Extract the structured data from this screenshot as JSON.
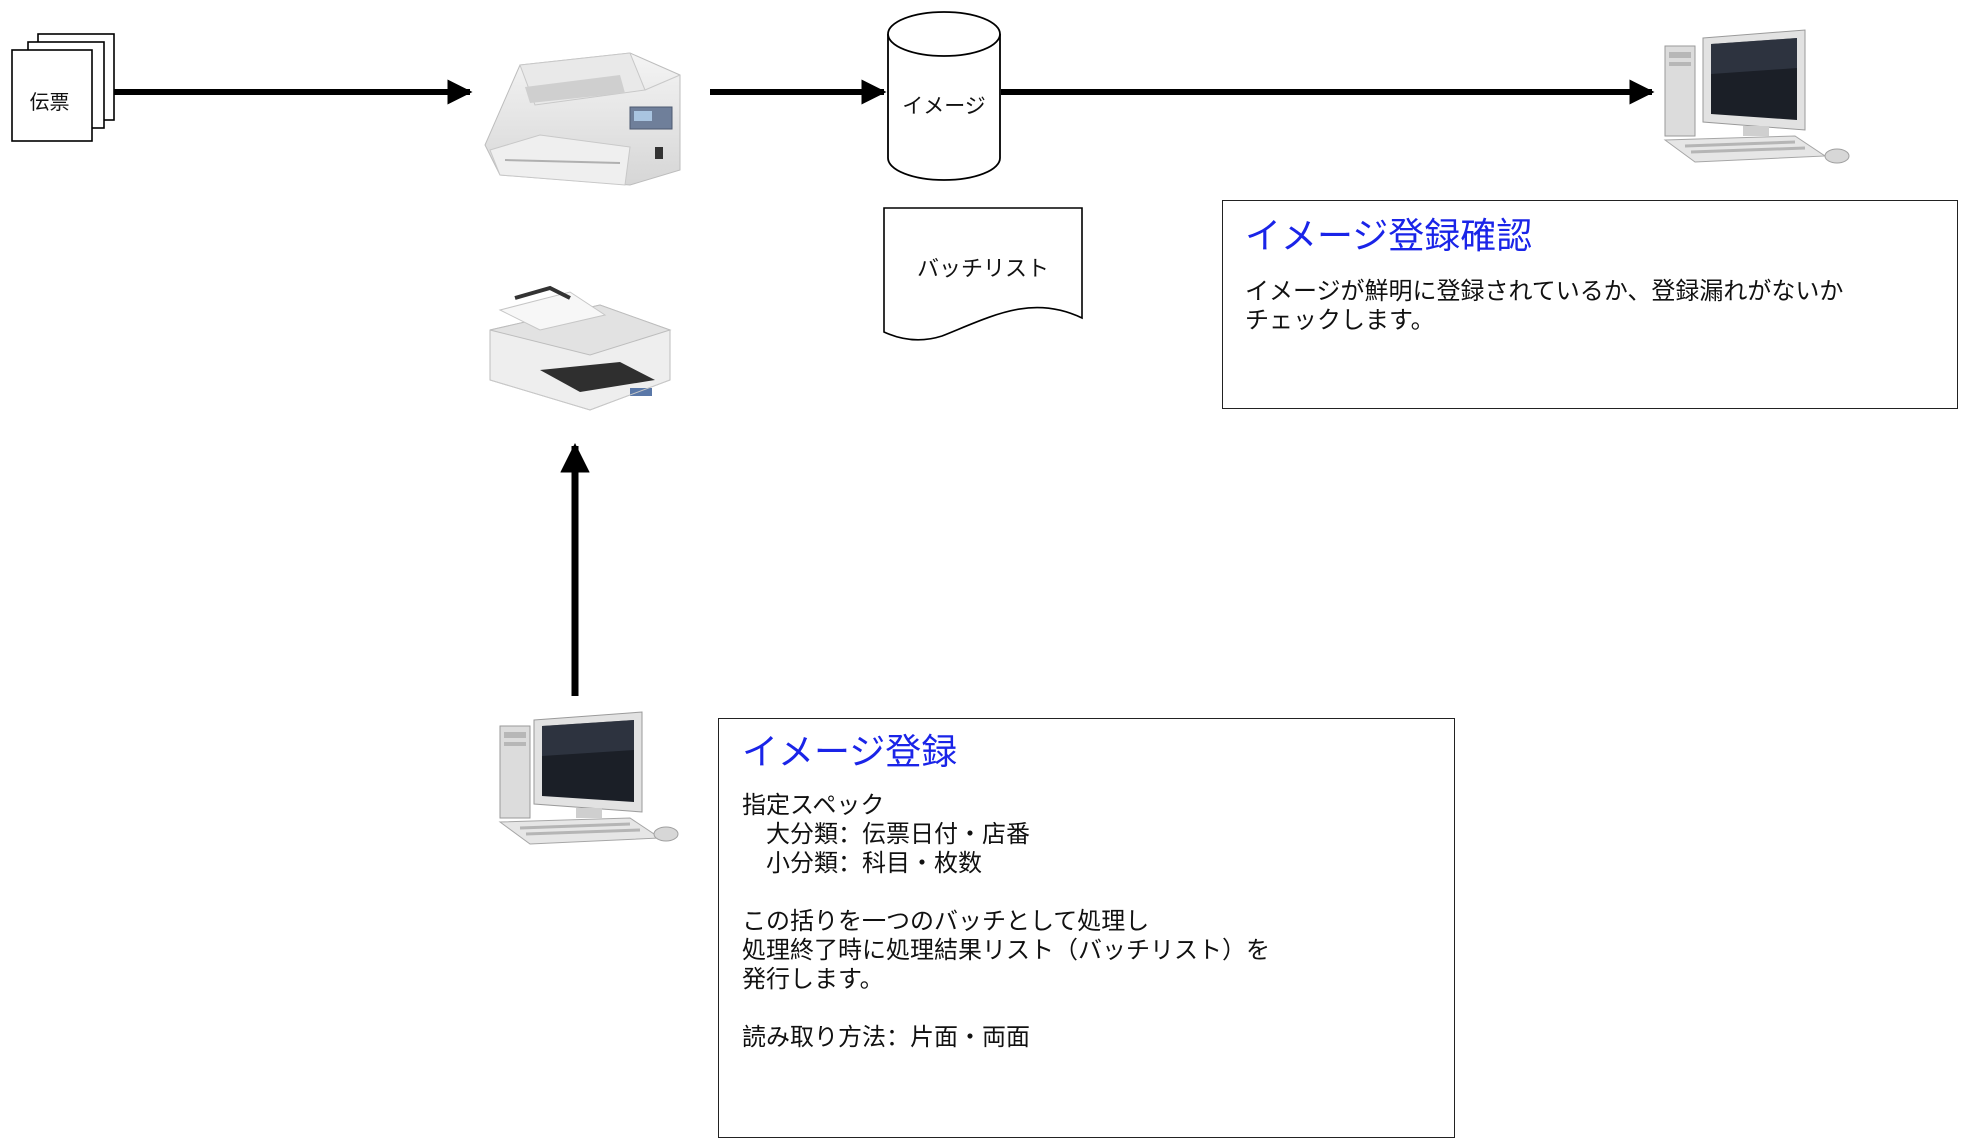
{
  "diagram": {
    "nodes": {
      "voucher": {
        "label": "伝票",
        "icon": "document-stack-icon"
      },
      "sheetfed_scanner": {
        "icon": "sheetfed-scanner-icon"
      },
      "flatbed_scanner": {
        "icon": "flatbed-scanner-icon"
      },
      "image_store": {
        "label": "イメージ",
        "icon": "database-cylinder-icon"
      },
      "batch_list": {
        "label": "バッチリスト",
        "icon": "document-icon"
      },
      "review_pc": {
        "icon": "desktop-computer-icon"
      },
      "register_pc": {
        "icon": "desktop-computer-icon"
      }
    },
    "edges": [
      {
        "from": "voucher",
        "to": "sheetfed_scanner"
      },
      {
        "from": "sheetfed_scanner",
        "to": "image_store"
      },
      {
        "from": "image_store",
        "to": "review_pc"
      },
      {
        "from": "register_pc",
        "to": "flatbed_scanner"
      }
    ]
  },
  "confirm_box": {
    "title": "イメージ登録確認",
    "body": "イメージが鮮明に登録されているか、登録漏れがないか\nチェックします。"
  },
  "register_box": {
    "title": "イメージ登録",
    "body": "指定スペック\n　大分類：伝票日付・店番\n　小分類：科目・枚数\n\nこの括りを一つのバッチとして処理し\n処理終了時に処理結果リスト（バッチリスト）を\n発行します。\n\n読み取り方法：片面・両面"
  },
  "colors": {
    "title_accent": "#1a24e8",
    "line": "#000000"
  }
}
